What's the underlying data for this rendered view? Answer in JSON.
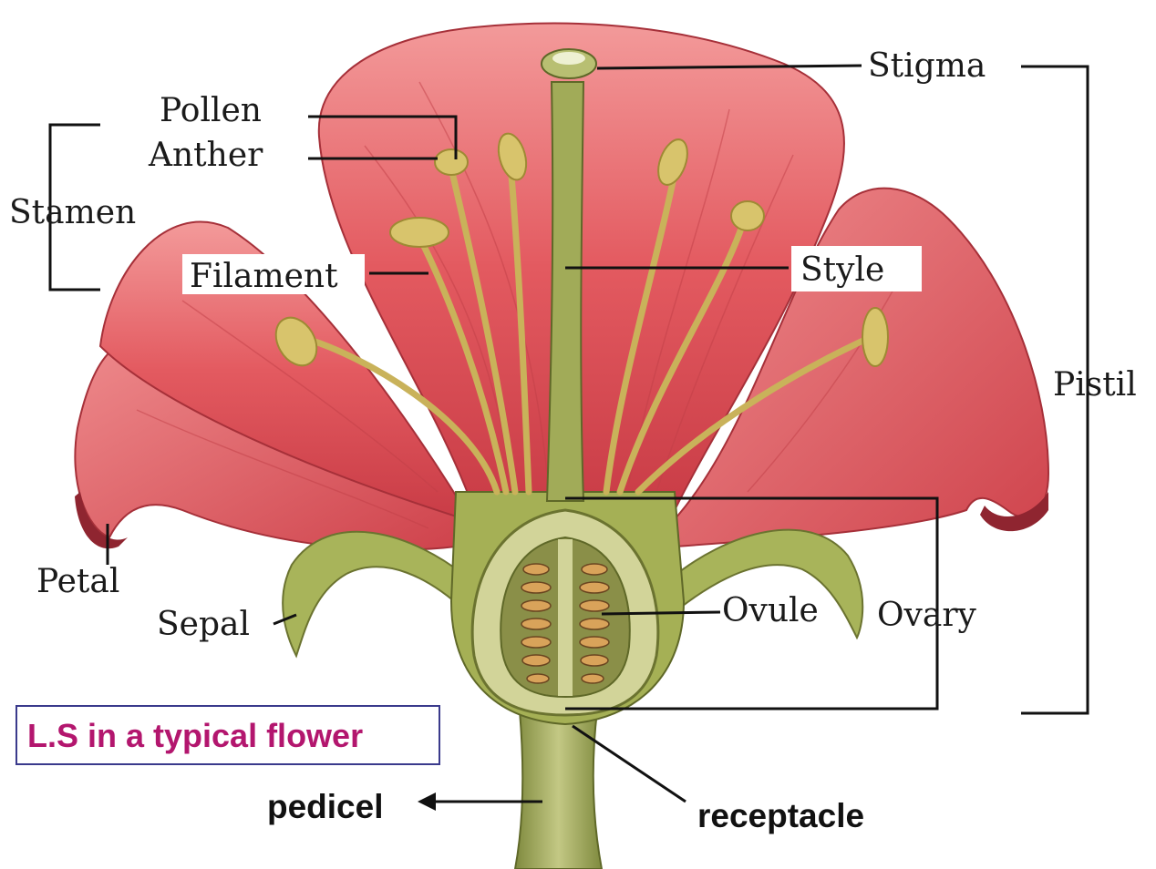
{
  "labels": {
    "stigma": "Stigma",
    "pollen": "Pollen",
    "anther": "Anther",
    "stamen": "Stamen",
    "filament": "Filament",
    "style": "Style",
    "pistil": "Pistil",
    "petal": "Petal",
    "sepal": "Sepal",
    "ovule": "Ovule",
    "ovary": "Ovary",
    "pedicel": "pedicel",
    "receptacle": "receptacle"
  },
  "caption": {
    "text": "L.S in a typical flower",
    "color": "#b3166e",
    "border": "#3a3a8c"
  },
  "colors": {
    "petal": "#e0505a",
    "petal_light": "#f08c8c",
    "petal_dark": "#b8323d",
    "stalk": "#9aa55a",
    "stalk_light": "#c7cc86",
    "anther": "#d9c26a",
    "ovule": "#b07a3a"
  }
}
